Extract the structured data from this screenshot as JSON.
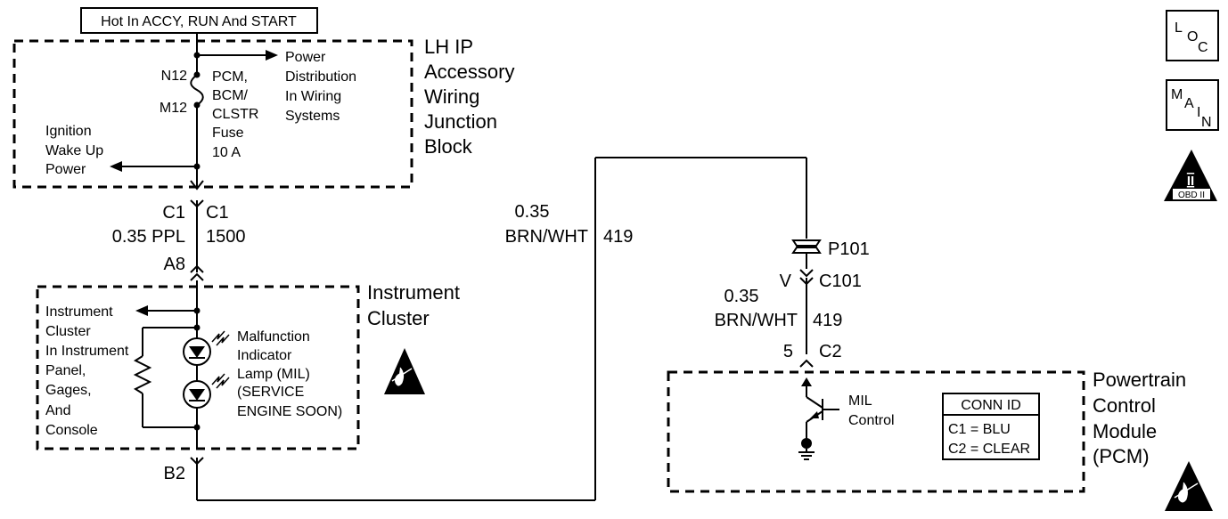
{
  "header_label": "Hot In ACCY, RUN And START",
  "junction_block": {
    "title_lines": [
      "LH IP",
      "Accessory",
      "Wiring",
      "Junction",
      "Block"
    ],
    "terminal_top": "N12",
    "terminal_bottom": "M12",
    "fuse_lines": [
      "PCM,",
      "BCM/",
      "CLSTR",
      "Fuse",
      "10 A"
    ],
    "power_dist_lines": [
      "Power",
      "Distribution",
      "In Wiring",
      "Systems"
    ],
    "ignition_lines": [
      "Ignition",
      "Wake Up",
      "Power"
    ]
  },
  "wire_c1": {
    "conn_left": "C1",
    "conn_right": "C1",
    "gauge_color": "0.35 PPL",
    "circuit": "1500",
    "pin": "A8"
  },
  "instrument_cluster": {
    "title_lines": [
      "Instrument",
      "Cluster"
    ],
    "feed_lines": [
      "Instrument",
      "Cluster",
      "In Instrument",
      "Panel,",
      "Gages,",
      "And",
      "Console"
    ],
    "mil_lines": [
      "Malfunction",
      "Indicator",
      "Lamp (MIL)",
      "(SERVICE",
      "ENGINE SOON)"
    ],
    "pin_bottom": "B2"
  },
  "wire_419_mid": {
    "gauge": "0.35",
    "color": "BRN/WHT",
    "circuit": "419"
  },
  "splice": {
    "label": "P101",
    "conn_pin": "V",
    "conn_id": "C101"
  },
  "wire_419_right": {
    "gauge": "0.35",
    "color": "BRN/WHT",
    "circuit": "419",
    "pin": "5",
    "conn": "C2"
  },
  "pcm": {
    "title_lines": [
      "Powertrain",
      "Control",
      "Module",
      "(PCM)"
    ],
    "mil_control_lines": [
      "MIL",
      "Control"
    ],
    "conn_table": {
      "header": "CONN ID",
      "rows": [
        "C1 = BLU",
        "C2 = CLEAR"
      ]
    }
  },
  "side_icons": {
    "loc": {
      "a": "L",
      "b": "O",
      "c": "C"
    },
    "main": {
      "a": "M",
      "b": "A",
      "c": "I",
      "d": "N"
    },
    "obd": {
      "roman": "II",
      "caption": "OBD II"
    }
  }
}
